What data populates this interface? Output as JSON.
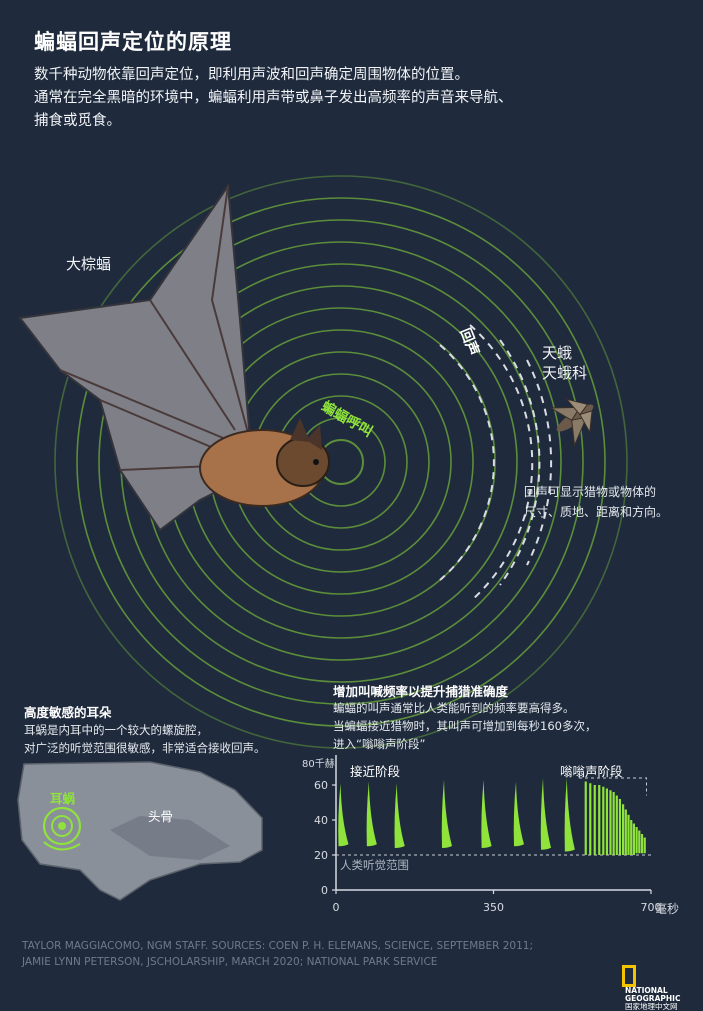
{
  "title": "蝙蝠回声定位的原理",
  "intro": {
    "line1": "数千种动物依靠回声定位，即利用声波和回声确定周围物体的位置。",
    "line2": "通常在完全黑暗的环境中，蝙蝠利用声带或鼻子发出高频率的声音来导航、",
    "line3": "捕食或觅食。"
  },
  "labels": {
    "bat": "大棕蝠",
    "call": "蝙蝠呼叫",
    "echo": "回声",
    "moth1": "天蛾",
    "moth2": "天蛾科",
    "echo_note1": "回声可显示猎物或物体的",
    "echo_note2": "尺寸、质地、距离和方向。"
  },
  "ear": {
    "heading": "高度敏感的耳朵",
    "line1": "耳蜗是内耳中的一个较大的螺旋腔，",
    "line2": "对广泛的听觉范围很敏感，非常适合接收回声。",
    "cochlea_label": "耳蜗",
    "skull_label": "头骨"
  },
  "chart_section": {
    "heading": "增加叫喊频率以提升捕猎准确度",
    "line1": "蝙蝠的叫声通常比人类能听到的频率要高得多。",
    "line2": "当蝙蝠接近猎物时，其叫声可增加到每秒160多次，",
    "line3": "进入“嗡嗡声阶段”"
  },
  "chart_data": {
    "type": "bar",
    "ylabel": "80千赫",
    "xunit": "毫秒",
    "xlim": [
      0,
      700
    ],
    "ylim": [
      0,
      80
    ],
    "x_ticks": [
      "0",
      "350",
      "700"
    ],
    "y_ticks": [
      "0",
      "20",
      "40",
      "60"
    ],
    "phases": [
      "接近阶段",
      "嗡嗡声阶段"
    ],
    "human_range_label": "人类听觉范围",
    "human_range_max": 20,
    "approach_calls": [
      {
        "t": 10,
        "min": 25,
        "max": 61
      },
      {
        "t": 73,
        "min": 25,
        "max": 62
      },
      {
        "t": 135,
        "min": 24,
        "max": 61
      },
      {
        "t": 240,
        "min": 24,
        "max": 63
      },
      {
        "t": 328,
        "min": 24,
        "max": 63
      },
      {
        "t": 400,
        "min": 25,
        "max": 62
      },
      {
        "t": 460,
        "min": 23,
        "max": 64
      },
      {
        "t": 513,
        "min": 22,
        "max": 64
      }
    ],
    "buzz_calls": [
      {
        "t": 555,
        "min": 20,
        "max": 62
      },
      {
        "t": 565,
        "min": 20,
        "max": 61
      },
      {
        "t": 575,
        "min": 20,
        "max": 60
      },
      {
        "t": 585,
        "min": 20,
        "max": 60
      },
      {
        "t": 594,
        "min": 20,
        "max": 59
      },
      {
        "t": 602,
        "min": 20,
        "max": 58
      },
      {
        "t": 610,
        "min": 20,
        "max": 57
      },
      {
        "t": 617,
        "min": 20,
        "max": 56
      },
      {
        "t": 624,
        "min": 20,
        "max": 54
      },
      {
        "t": 631,
        "min": 20,
        "max": 52
      },
      {
        "t": 638,
        "min": 20,
        "max": 49
      },
      {
        "t": 644,
        "min": 20,
        "max": 46
      },
      {
        "t": 650,
        "min": 20,
        "max": 43
      },
      {
        "t": 656,
        "min": 20,
        "max": 40
      },
      {
        "t": 662,
        "min": 20,
        "max": 38
      },
      {
        "t": 668,
        "min": 21,
        "max": 36
      },
      {
        "t": 674,
        "min": 21,
        "max": 34
      },
      {
        "t": 680,
        "min": 21,
        "max": 32
      },
      {
        "t": 686,
        "min": 21,
        "max": 30
      }
    ],
    "colors": {
      "call": "#8fe33b",
      "grid_dash": "#c9ced6",
      "axis": "#d7dbe1"
    }
  },
  "credits": {
    "line1": "TAYLOR MAGGIACOMO, NGM STAFF. SOURCES: COEN P. H. ELEMANS, SCIENCE, SEPTEMBER 2011;",
    "line2": "JAMIE LYNN PETERSON, JSCHOLARSHIP, MARCH 2020; NATIONAL PARK SERVICE"
  },
  "logo": {
    "line1": "NATIONAL",
    "line2": "GEOGRAPHIC",
    "line3": "国家地理中文网"
  },
  "colors": {
    "background": "#1f2b3d",
    "accent": "#8fe33b",
    "echo_ring": "#d9dde3"
  }
}
